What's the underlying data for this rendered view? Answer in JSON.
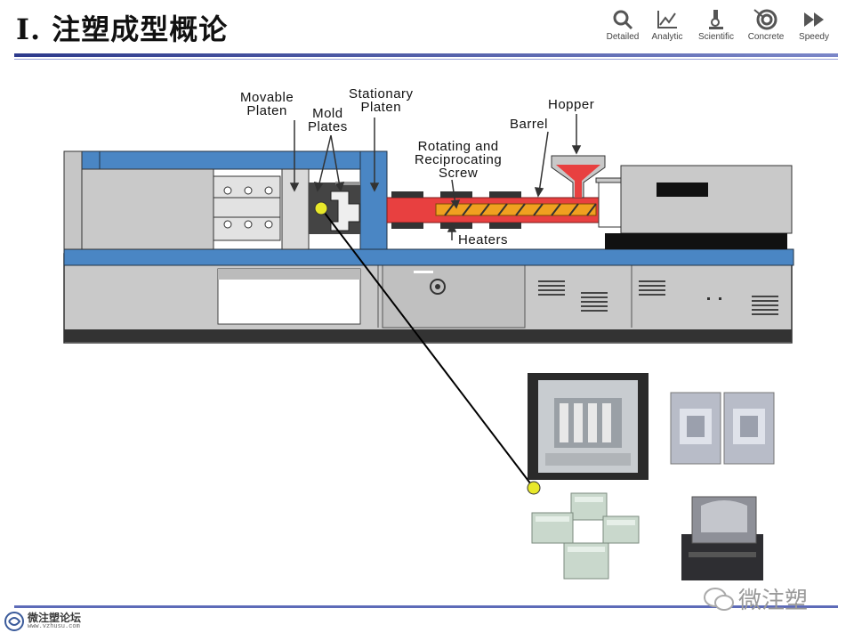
{
  "title": "Ⅰ. 注塑成型概论",
  "nav": [
    {
      "label": "Detailed",
      "icon": "magnifier-icon"
    },
    {
      "label": "Analytic",
      "icon": "line-chart-icon"
    },
    {
      "label": "Scientific",
      "icon": "microscope-icon"
    },
    {
      "label": "Concrete",
      "icon": "target-icon"
    },
    {
      "label": "Speedy",
      "icon": "fast-forward-icon"
    }
  ],
  "diagram": {
    "labels": {
      "movable": [
        "Movable",
        "Platen"
      ],
      "mold": [
        "Mold",
        "Plates"
      ],
      "stationary": [
        "Stationary",
        "Platen"
      ],
      "rotating": [
        "Rotating and",
        "Reciprocating",
        "Screw"
      ],
      "barrel": "Barrel",
      "hopper": "Hopper",
      "heaters": "Heaters"
    }
  },
  "footer": {
    "logo_text": "微注塑论坛",
    "url": "www.vzhusu.com",
    "watermark": "微注塑"
  },
  "colors": {
    "machine_blue": "#4a86c4",
    "machine_gray": "#cfcfcf",
    "barrel_red": "#e84040",
    "screw_orange": "#f0a020",
    "pointer_yellow": "#e8e82a",
    "rule_blue": "#3b48a0"
  }
}
